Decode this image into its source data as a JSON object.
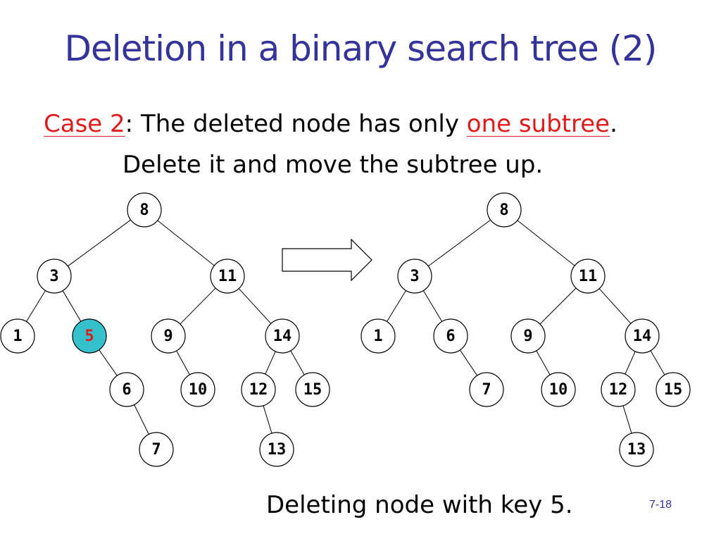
{
  "title": "Deletion in a binary search tree (2)",
  "case": {
    "label": "Case 2",
    "text_before": ": The deleted node has only ",
    "highlight": "one subtree",
    "text_after": ".",
    "line2": "Delete it and move the subtree up."
  },
  "caption": "Deleting node with key 5.",
  "page_number": "7-18",
  "colors": {
    "title": "#333399",
    "highlight_text": "#e01b1b",
    "deleted_node_fill": "#33c2cc",
    "deleted_node_text": "#e01b1b"
  },
  "trees": {
    "before": {
      "nodes": [
        {
          "id": "b8",
          "key": "8"
        },
        {
          "id": "b3",
          "key": "3"
        },
        {
          "id": "b11",
          "key": "11"
        },
        {
          "id": "b1",
          "key": "1"
        },
        {
          "id": "b5",
          "key": "5",
          "deleted": true
        },
        {
          "id": "b9",
          "key": "9"
        },
        {
          "id": "b14",
          "key": "14"
        },
        {
          "id": "b6",
          "key": "6"
        },
        {
          "id": "b10",
          "key": "10"
        },
        {
          "id": "b12",
          "key": "12"
        },
        {
          "id": "b15",
          "key": "15"
        },
        {
          "id": "b7",
          "key": "7"
        },
        {
          "id": "b13",
          "key": "13"
        }
      ],
      "edges": [
        [
          "b8",
          "b3"
        ],
        [
          "b8",
          "b11"
        ],
        [
          "b3",
          "b1"
        ],
        [
          "b3",
          "b5"
        ],
        [
          "b5",
          "b6"
        ],
        [
          "b6",
          "b7"
        ],
        [
          "b11",
          "b9"
        ],
        [
          "b11",
          "b14"
        ],
        [
          "b9",
          "b10"
        ],
        [
          "b14",
          "b12"
        ],
        [
          "b14",
          "b15"
        ],
        [
          "b12",
          "b13"
        ]
      ]
    },
    "after": {
      "nodes": [
        {
          "id": "a8",
          "key": "8"
        },
        {
          "id": "a3",
          "key": "3"
        },
        {
          "id": "a11",
          "key": "11"
        },
        {
          "id": "a1",
          "key": "1"
        },
        {
          "id": "a6",
          "key": "6"
        },
        {
          "id": "a9",
          "key": "9"
        },
        {
          "id": "a14",
          "key": "14"
        },
        {
          "id": "a7",
          "key": "7"
        },
        {
          "id": "a10",
          "key": "10"
        },
        {
          "id": "a12",
          "key": "12"
        },
        {
          "id": "a15",
          "key": "15"
        },
        {
          "id": "a13",
          "key": "13"
        }
      ],
      "edges": [
        [
          "a8",
          "a3"
        ],
        [
          "a8",
          "a11"
        ],
        [
          "a3",
          "a1"
        ],
        [
          "a3",
          "a6"
        ],
        [
          "a6",
          "a7"
        ],
        [
          "a11",
          "a9"
        ],
        [
          "a11",
          "a14"
        ],
        [
          "a9",
          "a10"
        ],
        [
          "a14",
          "a12"
        ],
        [
          "a14",
          "a15"
        ],
        [
          "a12",
          "a13"
        ]
      ]
    }
  }
}
